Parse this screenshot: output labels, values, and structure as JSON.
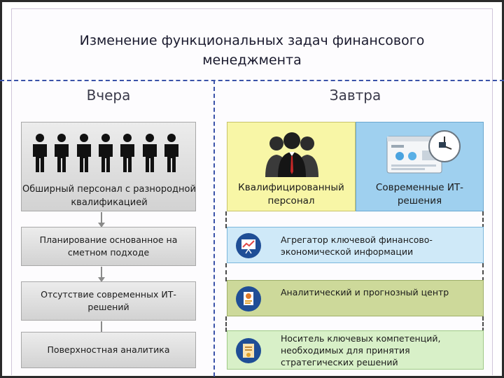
{
  "title": "Изменение функциональных задач финансового менеджмента",
  "columns": {
    "left": "Вчера",
    "right": "Завтра"
  },
  "left": {
    "staff_label": "Обширный персонал с разнородной квалификацией",
    "items": [
      "Планирование основанное на сметном подходе",
      "Отсутствие современных ИТ-решений",
      "Поверхностная аналитика"
    ]
  },
  "right": {
    "qualified_label": "Квалифицированный персонал",
    "it_label": "Современные ИТ-решения",
    "items": [
      "Агрегатор ключевой финансово-экономической информации",
      "Аналитический и прогнозный центр",
      "Носитель ключевых компетенций, необходимых для принятия стратегических решений"
    ]
  },
  "icons": {
    "staff": "person-icon",
    "qualified": "business-team-icon",
    "it": "dashboard-clock-icon",
    "item1": "chart-presentation-icon",
    "item2": "analytics-report-icon",
    "item3": "certificate-icon"
  },
  "colors": {
    "grey_box": "#d9d9d9",
    "yellow": "#f8f6a6",
    "light_blue": "#9fd0ef",
    "pale_blue": "#cfe9f8",
    "olive_green": "#cdd99a",
    "pale_green": "#d8f0c8",
    "accent_blue": "#3a52a8"
  }
}
